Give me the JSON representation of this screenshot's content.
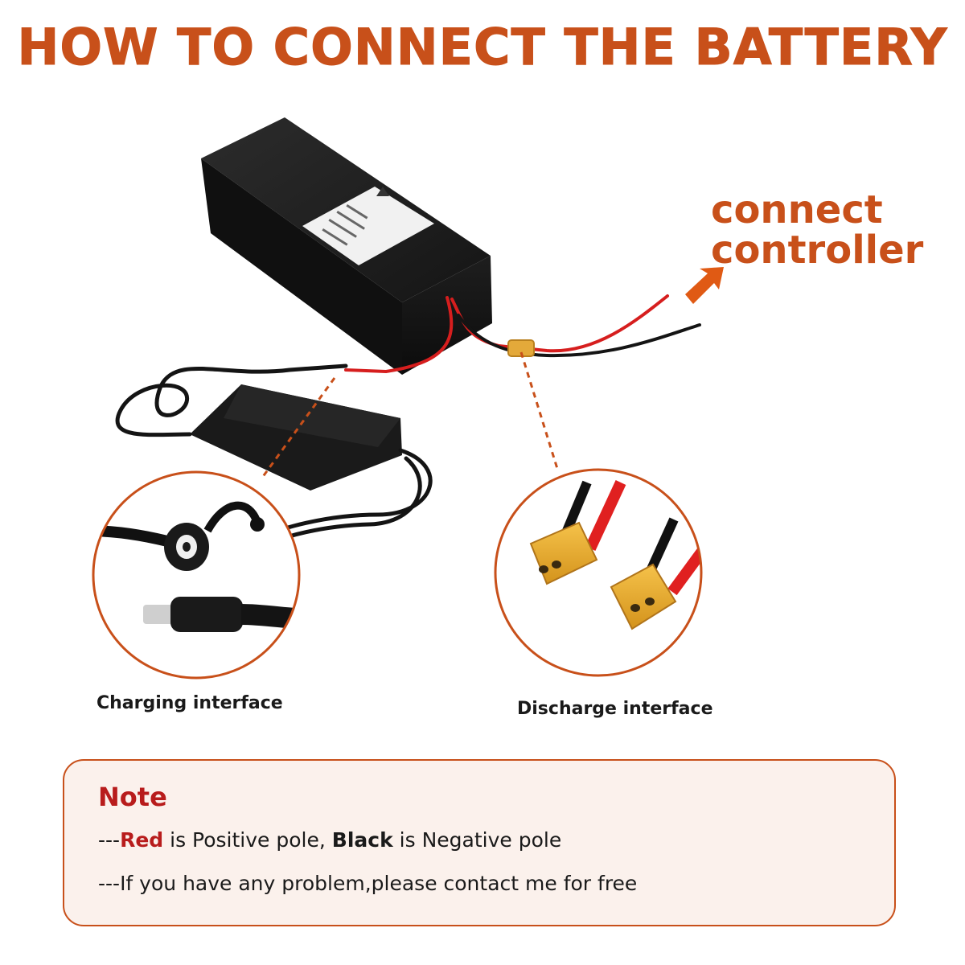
{
  "title": "HOW TO CONNECT THE BATTERY",
  "controller_label": {
    "line1": "connect",
    "line2": "controller"
  },
  "captions": {
    "charging": "Charging interface",
    "discharge": "Discharge interface"
  },
  "note": {
    "heading": "Note",
    "line1": {
      "prefix": "---",
      "red": "Red",
      "mid": " is Positive pole, ",
      "black": "Black",
      "suffix": " is Negative pole"
    },
    "line2": "---If you have any problem,please contact me for free"
  },
  "colors": {
    "accent": "#c8501a",
    "red_text": "#b81c1c",
    "note_background": "#fbf1ec"
  }
}
